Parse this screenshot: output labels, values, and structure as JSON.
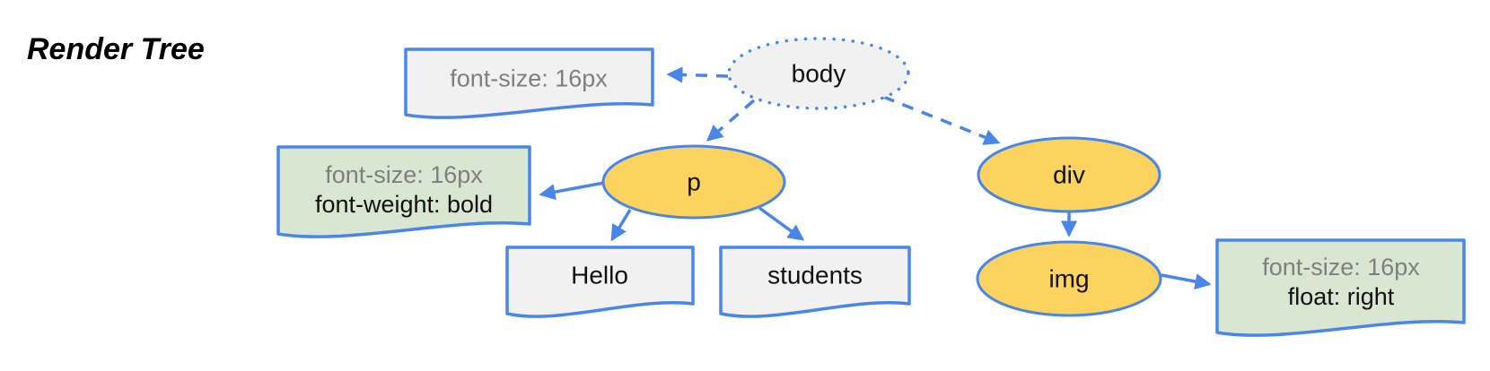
{
  "title": "Render Tree",
  "nodes": {
    "body": {
      "label": "body"
    },
    "p": {
      "label": "p"
    },
    "div": {
      "label": "div"
    },
    "img": {
      "label": "img"
    }
  },
  "text_nodes": {
    "hello": {
      "label": "Hello"
    },
    "students": {
      "label": "students"
    }
  },
  "style_notes": {
    "body_note": {
      "line1": "font-size: 16px"
    },
    "p_note": {
      "line1": "font-size: 16px",
      "line2": "font-weight: bold"
    },
    "img_note": {
      "line1": "font-size: 16px",
      "line2": "float: right"
    }
  },
  "colors": {
    "edge_blue": "#4a86e8",
    "node_yellow": "#fbd35e",
    "note_green": "#d9e7d2",
    "note_gray": "#f1f1f1",
    "text_gray": "#7f7f7f",
    "text_black": "#111111"
  }
}
